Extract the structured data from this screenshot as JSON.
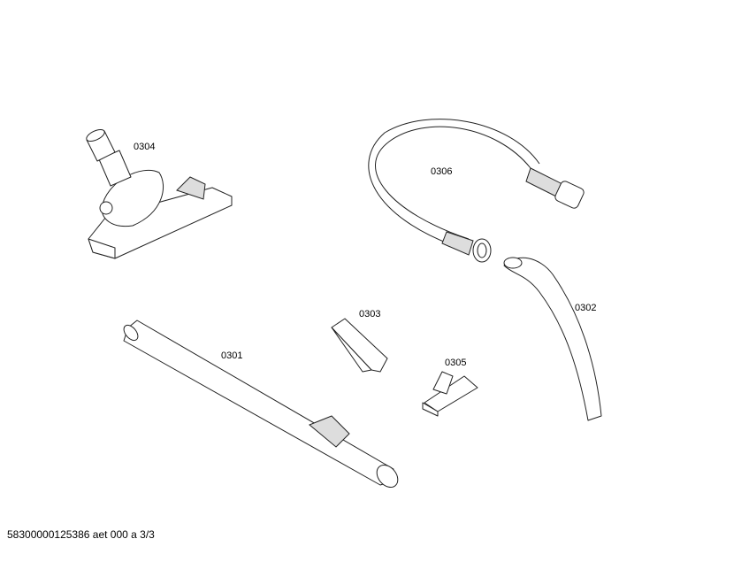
{
  "parts": [
    {
      "id": "0304",
      "label": "0304"
    },
    {
      "id": "0306",
      "label": "0306"
    },
    {
      "id": "0303",
      "label": "0303"
    },
    {
      "id": "0302",
      "label": "0302"
    },
    {
      "id": "0301",
      "label": "0301"
    },
    {
      "id": "0305",
      "label": "0305"
    }
  ],
  "footer": "58300000125386 aet 000 a 3/3"
}
